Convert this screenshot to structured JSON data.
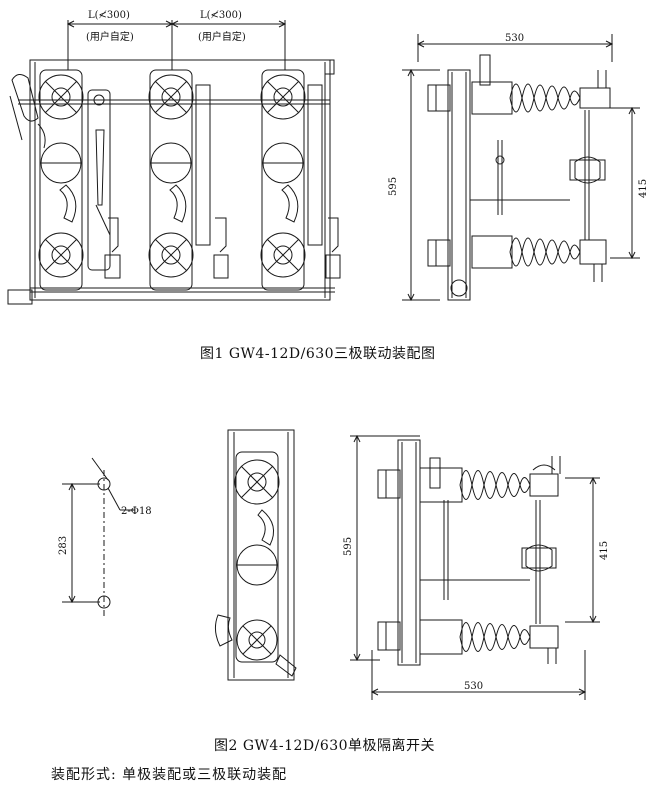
{
  "figure1": {
    "caption": "图1 GW4-12D/630三极联动装配图",
    "spacing_label_left": "L(≮300)",
    "spacing_label_right": "L(≮300)",
    "user_defined_left": "(用户自定)",
    "user_defined_right": "(用户自定)",
    "dim_width": "530",
    "dim_height": "595",
    "dim_inner": "415"
  },
  "figure2": {
    "caption": "图2 GW4-12D/630单极隔离开关",
    "dim_holes": "283",
    "hole_spec": "2-Φ18",
    "dim_width": "530",
    "dim_height": "595",
    "dim_inner": "415"
  },
  "mounting": {
    "text": "装配形式: 单极装配或三极联动装配"
  },
  "colors": {
    "line": "#1a1a1a",
    "background": "#ffffff"
  }
}
